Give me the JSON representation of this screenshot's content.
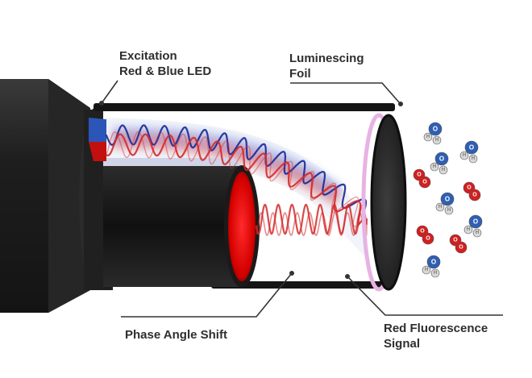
{
  "labels": {
    "excitation": [
      "Excitation",
      "Red & Blue LED"
    ],
    "foil": [
      "Luminescing",
      "Foil"
    ],
    "phase": "Phase Angle Shift",
    "red_signal": [
      "Red Fluorescence",
      "Signal"
    ]
  },
  "molecules": {
    "water": {
      "atoms": [
        "O",
        "H",
        "H"
      ],
      "color_o": "#2f5fb3",
      "color_h": "#d9d9d9"
    },
    "oxygen": {
      "atoms": [
        "O",
        "O"
      ],
      "color": "#d21f1f"
    }
  },
  "colors": {
    "body": "#1c1c1c",
    "blue_wave": "#1f2f9a",
    "red_wave": "#d42a2a",
    "red_led": "#d40000",
    "foil_edge": "#e6a8e0",
    "leader_line": "#333333"
  }
}
